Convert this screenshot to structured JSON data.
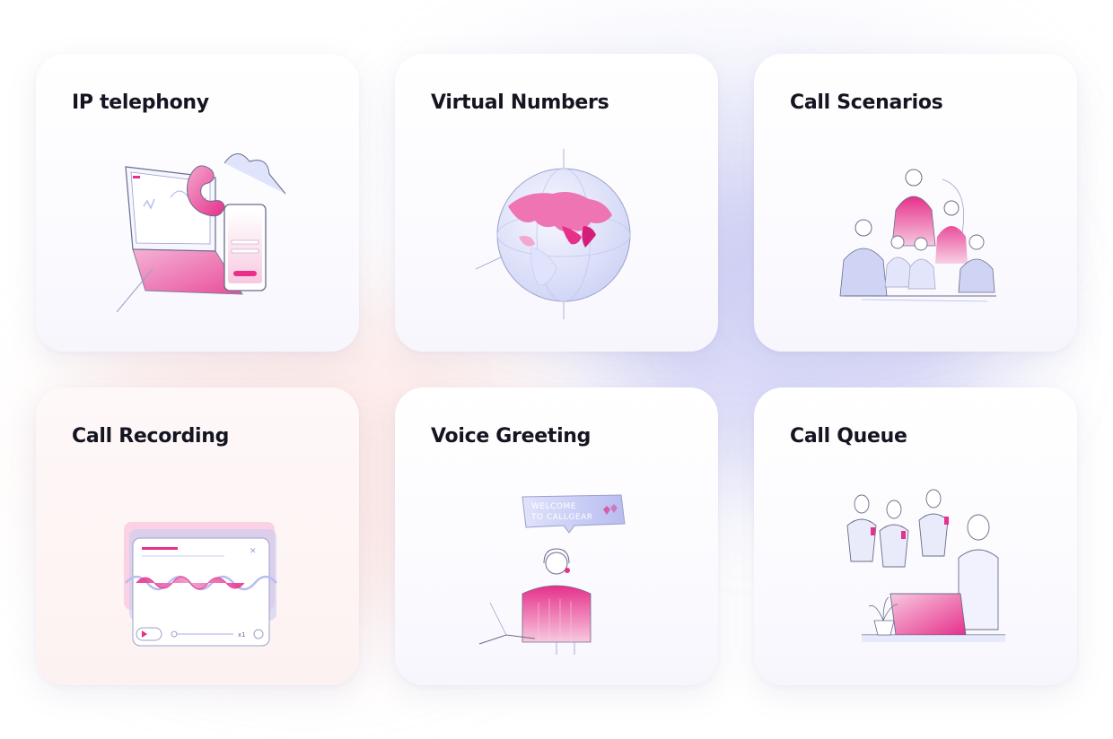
{
  "cards": [
    {
      "title": "IP telephony",
      "illustration": "laptop-phone-illustration"
    },
    {
      "title": "Virtual Numbers",
      "illustration": "globe-illustration"
    },
    {
      "title": "Call Scenarios",
      "illustration": "team-headsets-illustration"
    },
    {
      "title": "Call Recording",
      "illustration": "audio-player-illustration"
    },
    {
      "title": "Voice Greeting",
      "illustration": "operator-greeting-illustration"
    },
    {
      "title": "Call Queue",
      "illustration": "waiting-people-illustration"
    }
  ],
  "voice_greeting_bubble": {
    "line1": "WELCOME",
    "line2": "TO CALLGEAR"
  },
  "player_speed": "x1",
  "colors": {
    "accent": "#e6308a",
    "sketch": "#6a6c8a",
    "lavender": "#b8bdf0"
  }
}
